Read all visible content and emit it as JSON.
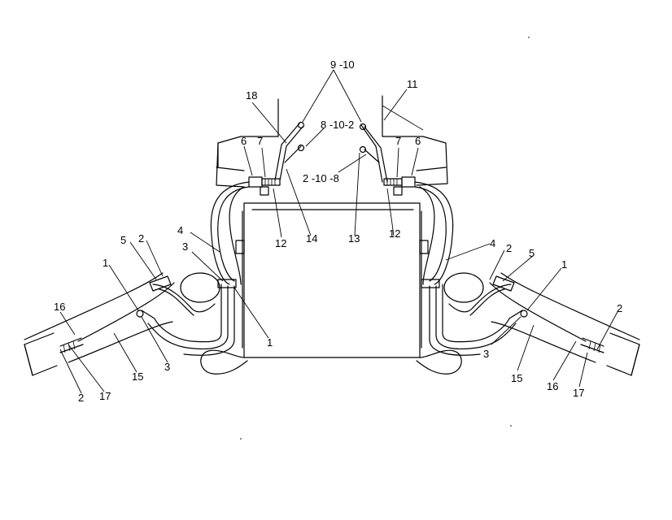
{
  "callouts": [
    {
      "id": "c-9-10",
      "text": "9 -10"
    },
    {
      "id": "c-11",
      "text": "11"
    },
    {
      "id": "c-18",
      "text": "18"
    },
    {
      "id": "c-8-10-2",
      "text": "8 -10-2"
    },
    {
      "id": "c-6-l",
      "text": "6"
    },
    {
      "id": "c-7-l",
      "text": "7"
    },
    {
      "id": "c-7-r",
      "text": "7"
    },
    {
      "id": "c-6-r",
      "text": "6"
    },
    {
      "id": "c-2-10-8",
      "text": "2 -10 -8"
    },
    {
      "id": "c-12-l",
      "text": "12"
    },
    {
      "id": "c-14",
      "text": "14"
    },
    {
      "id": "c-13",
      "text": "13"
    },
    {
      "id": "c-12-r",
      "text": "12"
    },
    {
      "id": "c-4-l",
      "text": "4"
    },
    {
      "id": "c-4-r",
      "text": "4"
    },
    {
      "id": "c-5-l",
      "text": "5"
    },
    {
      "id": "c-2-l-top",
      "text": "2"
    },
    {
      "id": "c-3-l-top",
      "text": "3"
    },
    {
      "id": "c-2-r-top",
      "text": "2"
    },
    {
      "id": "c-5-r",
      "text": "5"
    },
    {
      "id": "c-1-l-outer",
      "text": "1"
    },
    {
      "id": "c-1-l-inner",
      "text": "1"
    },
    {
      "id": "c-1-r",
      "text": "1"
    },
    {
      "id": "c-16-l",
      "text": "16"
    },
    {
      "id": "c-3-l-bot",
      "text": "3"
    },
    {
      "id": "c-15-l",
      "text": "15"
    },
    {
      "id": "c-2-l-bot",
      "text": "2"
    },
    {
      "id": "c-17-l",
      "text": "17"
    },
    {
      "id": "c-2-r-bot",
      "text": "2"
    },
    {
      "id": "c-3-r",
      "text": "3"
    },
    {
      "id": "c-15-r",
      "text": "15"
    },
    {
      "id": "c-16-r",
      "text": "16"
    },
    {
      "id": "c-17-r",
      "text": "17"
    }
  ]
}
